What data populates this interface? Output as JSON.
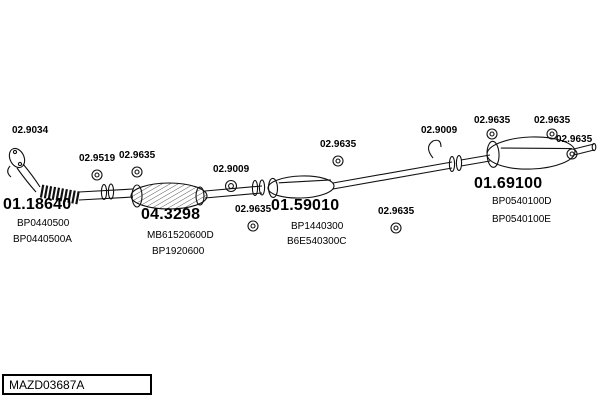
{
  "fasteners": [
    {
      "text": "02.9034"
    },
    {
      "text": "02.9519"
    },
    {
      "text": "02.9635"
    },
    {
      "text": "02.9009"
    },
    {
      "text": "02.9635"
    },
    {
      "text": "02.9635"
    },
    {
      "text": "02.9635"
    },
    {
      "text": "02.9009"
    },
    {
      "text": "02.9635"
    },
    {
      "text": "02.9635"
    },
    {
      "text": "02.9635"
    }
  ],
  "parts": [
    {
      "id": "01.18640",
      "codes": [
        "BP0440500",
        "BP0440500A"
      ]
    },
    {
      "id": "04.3298",
      "codes": [
        "MB61520600D",
        "BP1920600"
      ]
    },
    {
      "id": "01.59010",
      "codes": [
        "BP1440300",
        "B6E540300C"
      ]
    },
    {
      "id": "01.69100",
      "codes": [
        "BP0540100D",
        "BP0540100E"
      ]
    }
  ],
  "doc_code": "MAZD03687A",
  "colors": {
    "line": "#111111",
    "text": "#000000",
    "background": "#ffffff"
  }
}
